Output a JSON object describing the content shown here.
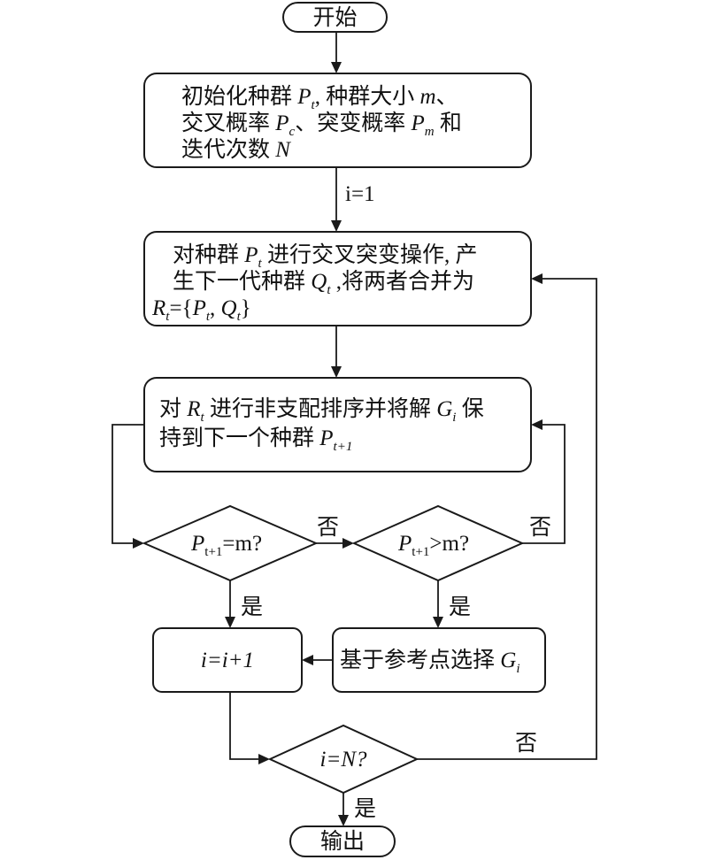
{
  "nodes": {
    "start": {
      "label": "开始"
    },
    "init": {
      "l1_a": "初始化种群 ",
      "l1_p": "P",
      "l1_p_sub": "t",
      "l1_b": ", 种群大小 ",
      "l1_m": "m",
      "l1_c": "、",
      "l2_a": "交叉概率 ",
      "l2_p": "P",
      "l2_p_sub": "c",
      "l2_b": "、突变概率 ",
      "l2_q": "P",
      "l2_q_sub": "m",
      "l2_c": " 和",
      "l3_a": "迭代次数 ",
      "l3_n": "N"
    },
    "crossover": {
      "l1_a": "对种群 ",
      "l1_p": "P",
      "l1_p_sub": "t",
      "l1_b": " 进行交叉突变操作, 产",
      "l2_a": "生下一代种群 ",
      "l2_q": "Q",
      "l2_q_sub": "t",
      "l2_b": " ,将两者合并为",
      "l3_r": "R",
      "l3_r_sub": "t",
      "l3_a": "={",
      "l3_p": "P",
      "l3_p_sub": "t",
      "l3_b": ", ",
      "l3_q": "Q",
      "l3_q_sub": "t",
      "l3_c": "}"
    },
    "sort": {
      "l1_a": "对 ",
      "l1_r": "R",
      "l1_r_sub": "t",
      "l1_b": " 进行非支配排序并将解 ",
      "l1_g": "G",
      "l1_g_sub": "i",
      "l1_c": " 保",
      "l2_a": "持到下一个种群 ",
      "l2_p": "P",
      "l2_p_sub": "t+1"
    },
    "decision_eq": {
      "p": "P",
      "p_sub": "t+1",
      "rest": "=m?"
    },
    "decision_gt": {
      "p": "P",
      "p_sub": "t+1",
      "rest": ">m?"
    },
    "increment": {
      "label": "i=i+1"
    },
    "select": {
      "a": "基于参考点选择 ",
      "g": "G",
      "g_sub": "i"
    },
    "decision_n": {
      "label": "i=N?"
    },
    "end": {
      "label": "输出"
    }
  },
  "edges": {
    "init_to_crossover": "i=1",
    "eq_no": "否",
    "gt_no": "否",
    "eq_yes": "是",
    "gt_yes": "是",
    "n_no": "否",
    "n_yes": "是"
  }
}
